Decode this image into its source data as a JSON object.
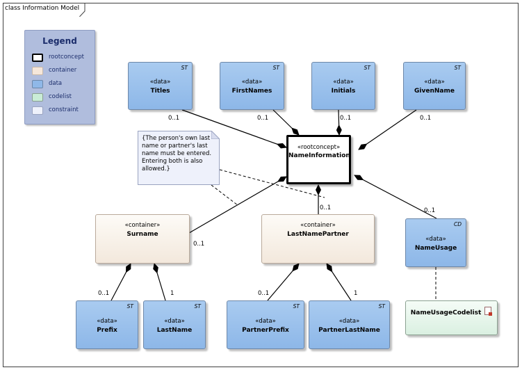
{
  "frame": {
    "title": "class Information Model"
  },
  "legend": {
    "title": "Legend",
    "items": [
      {
        "label": "rootconcept",
        "color": "#ffffff",
        "border": "#000000"
      },
      {
        "label": "container",
        "color": "#f6e7da",
        "border": "#c8b8a8"
      },
      {
        "label": "data",
        "color": "#8fb8e8",
        "border": "#6d87a8"
      },
      {
        "label": "codelist",
        "color": "#c9ecd6",
        "border": "#8aa090"
      },
      {
        "label": "constraint",
        "color": "#eef1fb",
        "border": "#9aa3c0"
      }
    ]
  },
  "classes": {
    "titles": {
      "stereotype": "«data»",
      "name": "Titles",
      "tag": "ST"
    },
    "first_names": {
      "stereotype": "«data»",
      "name": "FirstNames",
      "tag": "ST"
    },
    "initials": {
      "stereotype": "«data»",
      "name": "Initials",
      "tag": "ST"
    },
    "given_name": {
      "stereotype": "«data»",
      "name": "GivenName",
      "tag": "ST"
    },
    "name_information": {
      "stereotype": "«rootconcept»",
      "name": "NameInformation"
    },
    "surname": {
      "stereotype": "«container»",
      "name": "Surname"
    },
    "last_name_partner": {
      "stereotype": "«container»",
      "name": "LastNamePartner"
    },
    "name_usage": {
      "stereotype": "«data»",
      "name": "NameUsage",
      "tag": "CD"
    },
    "prefix": {
      "stereotype": "«data»",
      "name": "Prefix",
      "tag": "ST"
    },
    "last_name": {
      "stereotype": "«data»",
      "name": "LastName",
      "tag": "ST"
    },
    "partner_prefix": {
      "stereotype": "«data»",
      "name": "PartnerPrefix",
      "tag": "ST"
    },
    "partner_last_name": {
      "stereotype": "«data»",
      "name": "PartnerLastName",
      "tag": "ST"
    },
    "name_usage_codelist": {
      "name": "NameUsageCodelist"
    }
  },
  "note": {
    "lines": [
      "{The person's own last",
      "name or partner's last",
      "name must be entered.",
      "Entering both is also",
      "allowed.}"
    ]
  },
  "multiplicities": {
    "titles": "0..1",
    "first_names": "0..1",
    "initials": "0..1",
    "given_name": "0..1",
    "surname": "0..1",
    "last_name_partner": "0..1",
    "name_usage": "0..1",
    "prefix": "0..1",
    "last_name": "1",
    "partner_prefix": "0..1",
    "partner_last_name": "1"
  }
}
